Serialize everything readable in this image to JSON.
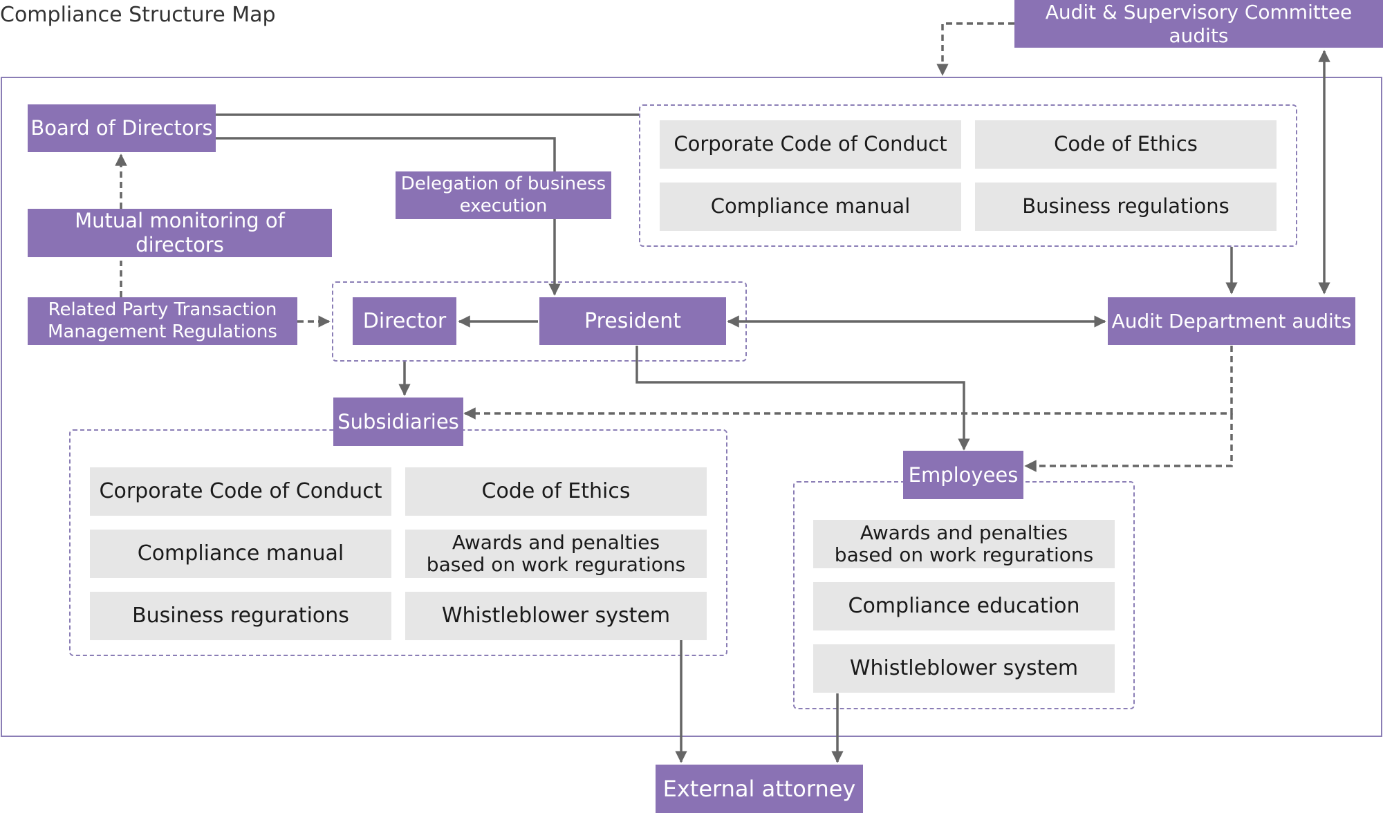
{
  "title": "Compliance Structure Map",
  "colors": {
    "accent": "#8a72b4",
    "outline": "#8a7db5",
    "grey_box": "#e6e6e6",
    "connector": "#666666"
  },
  "nodes": {
    "audit_committee": "Audit & Supervisory Committee audits",
    "board": "Board of Directors",
    "mutual_monitoring": "Mutual monitoring of directors",
    "related_party": "Related Party Transaction\nManagement Regulations",
    "delegation": "Delegation of business\nexecution",
    "director": "Director",
    "president": "President",
    "audit_department": "Audit Department audits",
    "subsidiaries": "Subsidiaries",
    "employees": "Employees",
    "external_attorney": "External attorney"
  },
  "board_rules": [
    "Corporate Code of Conduct",
    "Code of Ethics",
    "Compliance manual",
    "Business regulations"
  ],
  "subsidiary_rules": [
    "Corporate Code of Conduct",
    "Code of Ethics",
    "Compliance manual",
    "Awards and penalties\nbased on work regurations",
    "Business regurations",
    "Whistleblower system"
  ],
  "employee_rules": [
    "Awards and penalties\nbased on work regurations",
    "Compliance education",
    "Whistleblower system"
  ]
}
